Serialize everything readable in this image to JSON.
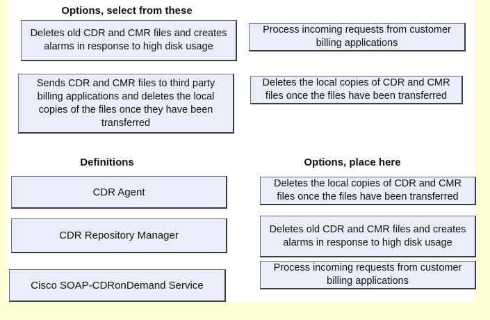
{
  "headings": {
    "options_select": "Options, select from these",
    "definitions": "Definitions",
    "options_place": "Options, place here"
  },
  "source_options": [
    "Deletes old CDR and CMR files and creates alarms in response to high disk usage",
    "Process incoming requests from customer billing applications",
    "Sends CDR and CMR files to third party billing applications and deletes the local copies of the files once they have been transferred",
    "Deletes the local copies of CDR and CMR files once the files have been transferred"
  ],
  "definitions": [
    "CDR Agent",
    "CDR Repository Manager",
    "Cisco SOAP-CDRonDemand Service"
  ],
  "placed_options": [
    "Deletes the local copies of CDR and CMR files once the files have been transferred",
    "Deletes old CDR and CMR files and creates alarms in response to high disk usage",
    "Process incoming requests from customer billing applications"
  ]
}
